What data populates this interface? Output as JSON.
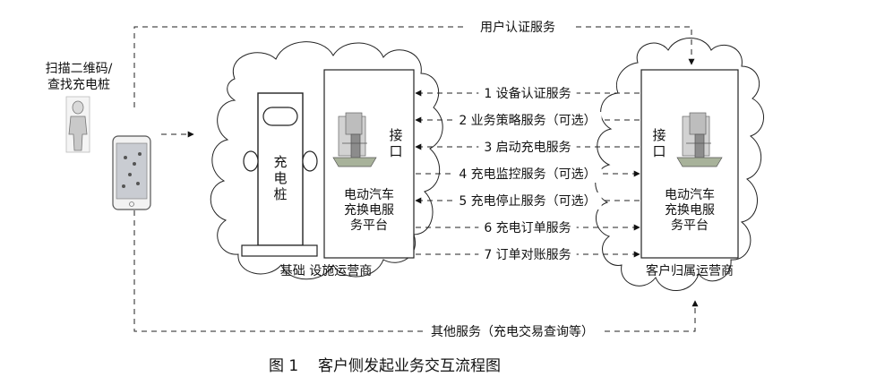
{
  "user": {
    "label_line1": "扫描二维码/",
    "label_line2": "查找充电桩"
  },
  "top_link": {
    "label": "用户认证服务"
  },
  "bottom_link": {
    "label": "其他服务（充电交易查询等）"
  },
  "charger": {
    "label_line1": "充",
    "label_line2": "电",
    "label_line3": "桩"
  },
  "left_platform": {
    "interface_line1": "接",
    "interface_line2": "口",
    "name_line1": "电动汽车",
    "name_line2": "充换电服",
    "name_line3": "务平台",
    "operator_label": "基础 设施运营商"
  },
  "right_platform": {
    "interface_line1": "接",
    "interface_line2": "口",
    "name_line1": "电动汽车",
    "name_line2": "充换电服",
    "name_line3": "务平台",
    "operator_label": "客户归属运营商"
  },
  "services": [
    {
      "num": "1",
      "label": "设备认证服务",
      "direction": "left"
    },
    {
      "num": "2",
      "label": "业务策略服务（可选）",
      "direction": "left"
    },
    {
      "num": "3",
      "label": "启动充电服务",
      "direction": "left"
    },
    {
      "num": "4",
      "label": "充电监控服务（可选）",
      "direction": "right"
    },
    {
      "num": "5",
      "label": "充电停止服务（可选）",
      "direction": "left"
    },
    {
      "num": "6",
      "label": "充电订单服务",
      "direction": "right"
    },
    {
      "num": "7",
      "label": "订单对账服务",
      "direction": "right"
    }
  ],
  "caption": {
    "figure_number": "图 1",
    "title": "客户侧发起业务交互流程图"
  }
}
